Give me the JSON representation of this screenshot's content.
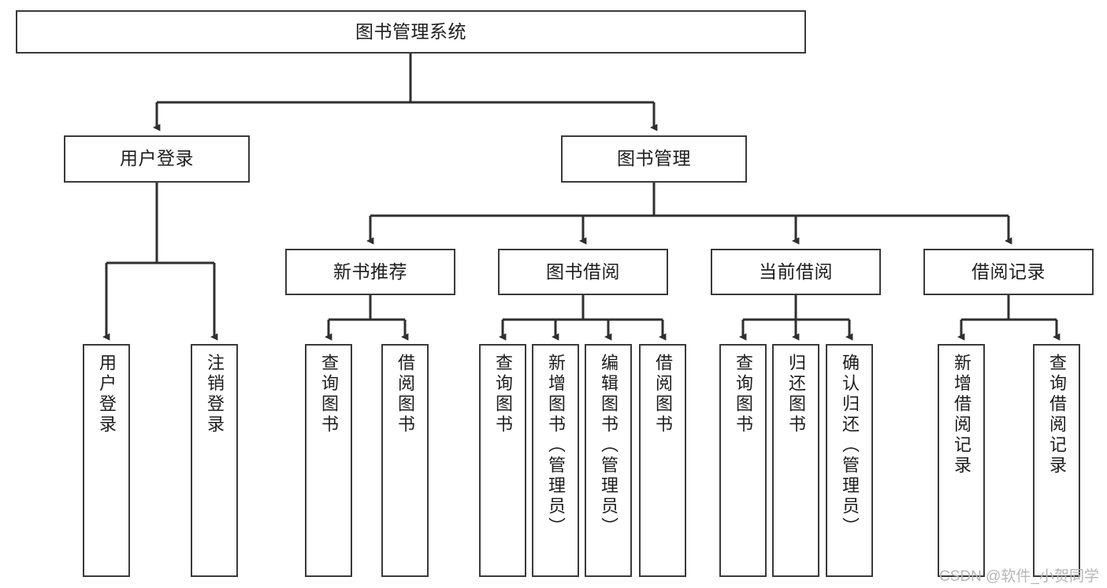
{
  "diagram": {
    "title": "图书管理系统",
    "type": "tree-structure-chart",
    "watermark": "CSDN @软件_小贺同学",
    "colors": {
      "background": "#ffffff",
      "box_border": "#3a3a3a",
      "box_fill": "#ffffff",
      "edge": "#2f2f2f",
      "text": "#1d1d1d",
      "watermark": "#b6b6b6"
    },
    "nodes": {
      "root": {
        "label": "图书管理系统"
      },
      "level2": [
        {
          "id": "user-login",
          "label": "用户登录"
        },
        {
          "id": "book-manage",
          "label": "图书管理"
        }
      ],
      "level3": [
        {
          "id": "new-book-recommend",
          "label": "新书推荐"
        },
        {
          "id": "book-borrow",
          "label": "图书借阅"
        },
        {
          "id": "current-borrow",
          "label": "当前借阅"
        },
        {
          "id": "borrow-record",
          "label": "借阅记录"
        }
      ],
      "leaves": {
        "user_login": [
          {
            "id": "leaf-user-login",
            "label": "用户登录"
          },
          {
            "id": "leaf-logout",
            "label": "注销登录"
          }
        ],
        "new_book_recommend": [
          {
            "id": "leaf-query-book-1",
            "label": "查询图书"
          },
          {
            "id": "leaf-borrow-book-1",
            "label": "借阅图书"
          }
        ],
        "book_borrow": [
          {
            "id": "leaf-query-book-2",
            "label": "查询图书"
          },
          {
            "id": "leaf-add-book",
            "label": "新增图书（管理员）"
          },
          {
            "id": "leaf-edit-book",
            "label": "编辑图书（管理员）"
          },
          {
            "id": "leaf-borrow-book-2",
            "label": "借阅图书"
          }
        ],
        "current_borrow": [
          {
            "id": "leaf-query-book-3",
            "label": "查询图书"
          },
          {
            "id": "leaf-return-book",
            "label": "归还图书"
          },
          {
            "id": "leaf-confirm-return",
            "label": "确认归还（管理员）"
          }
        ],
        "borrow_record": [
          {
            "id": "leaf-add-record",
            "label": "新增借阅记录"
          },
          {
            "id": "leaf-query-record",
            "label": "查询借阅记录"
          }
        ]
      }
    }
  }
}
